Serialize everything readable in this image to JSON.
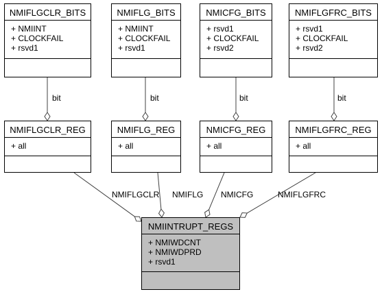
{
  "classes": {
    "nmiflgclr_bits": {
      "name": "NMIFLGCLR_BITS",
      "attributes": [
        "+ NMIINT",
        "+ CLOCKFAIL",
        "+ rsvd1"
      ]
    },
    "nmiflg_bits": {
      "name": "NMIFLG_BITS",
      "attributes": [
        "+ NMIINT",
        "+ CLOCKFAIL",
        "+ rsvd1"
      ]
    },
    "nmicfg_bits": {
      "name": "NMICFG_BITS",
      "attributes": [
        "+ rsvd1",
        "+ CLOCKFAIL",
        "+ rsvd2"
      ]
    },
    "nmiflgfrc_bits": {
      "name": "NMIFLGFRC_BITS",
      "attributes": [
        "+ rsvd1",
        "+ CLOCKFAIL",
        "+ rsvd2"
      ]
    },
    "nmiflgclr_reg": {
      "name": "NMIFLGCLR_REG",
      "attributes": [
        "+ all"
      ]
    },
    "nmiflg_reg": {
      "name": "NMIFLG_REG",
      "attributes": [
        "+ all"
      ]
    },
    "nmicfg_reg": {
      "name": "NMICFG_REG",
      "attributes": [
        "+ all"
      ]
    },
    "nmiflgfrc_reg": {
      "name": "NMIFLGFRC_REG",
      "attributes": [
        "+ all"
      ]
    },
    "nmiintrupt_regs": {
      "name": "NMIINTRUPT_REGS",
      "attributes": [
        "+ NMIWDCNT",
        "+ NMIWDPRD",
        "+ rsvd1"
      ]
    }
  },
  "relations": [
    {
      "from": "nmiflgclr_bits",
      "to": "nmiflgclr_reg",
      "label": "bit"
    },
    {
      "from": "nmiflg_bits",
      "to": "nmiflg_reg",
      "label": "bit"
    },
    {
      "from": "nmicfg_bits",
      "to": "nmicfg_reg",
      "label": "bit"
    },
    {
      "from": "nmiflgfrc_bits",
      "to": "nmiflgfrc_reg",
      "label": "bit"
    },
    {
      "from": "nmiflgclr_reg",
      "to": "nmiintrupt_regs",
      "label": "NMIFLGCLR"
    },
    {
      "from": "nmiflg_reg",
      "to": "nmiintrupt_regs",
      "label": "NMIFLG"
    },
    {
      "from": "nmicfg_reg",
      "to": "nmiintrupt_regs",
      "label": "NMICFG"
    },
    {
      "from": "nmiflgfrc_reg",
      "to": "nmiintrupt_regs",
      "label": "NMIFLGFRC"
    }
  ],
  "colors": {
    "line": "#404040",
    "main_fill": "#bfbfbf",
    "box_fill": "#ffffff"
  }
}
